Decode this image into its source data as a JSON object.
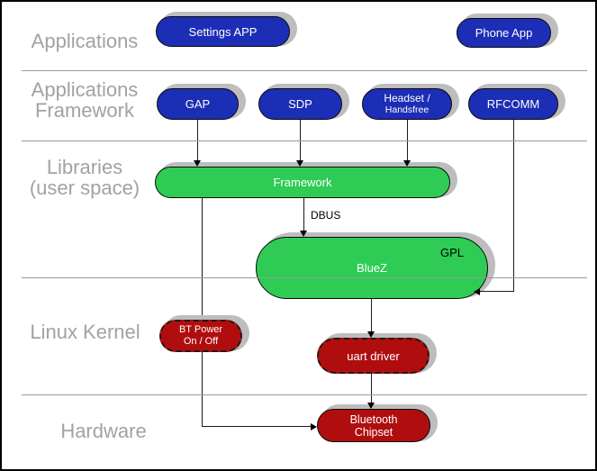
{
  "sections": {
    "applications": {
      "label": "Applications"
    },
    "applications_framework": {
      "line1": "Applications",
      "line2": "Framework"
    },
    "libraries": {
      "line1": "Libraries",
      "line2": "(user space)"
    },
    "linux_kernel": {
      "label": "Linux Kernel"
    },
    "hardware": {
      "label": "Hardware"
    }
  },
  "nodes": {
    "settings_app": {
      "label": "Settings APP"
    },
    "phone_app": {
      "label": "Phone App"
    },
    "gap": {
      "label": "GAP"
    },
    "sdp": {
      "label": "SDP"
    },
    "headset": {
      "line1": "Headset /",
      "line2": "Handsfree"
    },
    "rfcomm": {
      "label": "RFCOMM"
    },
    "framework": {
      "label": "Framework"
    },
    "bluez": {
      "label": "BlueZ",
      "badge": "GPL"
    },
    "bt_power": {
      "line1": "BT Power",
      "line2": "On / Off"
    },
    "uart_driver": {
      "label": "uart driver"
    },
    "bluetooth_chipset": {
      "line1": "Bluetooth",
      "line2": "Chipset"
    }
  },
  "edges": {
    "dbus_label": "DBUS"
  },
  "colors": {
    "blue": "#1c2eb5",
    "green": "#2ecc55",
    "red": "#b00e0e",
    "section_label": "#a2a2a2",
    "shadow": "#bdbdbd",
    "separator": "#9a9a9a"
  }
}
